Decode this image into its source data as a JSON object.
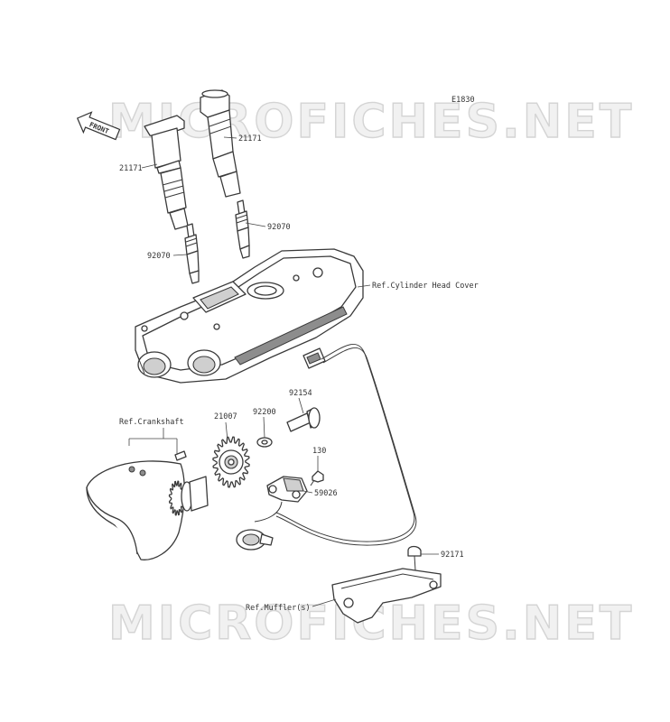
{
  "diagram": {
    "code": "E1830",
    "front_label": "FRONT",
    "watermark_top": "MICROFICHES.NET",
    "watermark_bottom": "MICROFICHES.NET",
    "labels": {
      "coil_left": "21171",
      "coil_right": "21171",
      "plug_left": "92070",
      "plug_right": "92070",
      "cylinder_head_cover": "Ref.Cylinder Head Cover",
      "crankshaft": "Ref.Crankshaft",
      "rotor": "21007",
      "washer": "92200",
      "bolt_large": "92154",
      "bolt_small": "130",
      "sensor": "59026",
      "clamp": "92171",
      "muffler": "Ref.Muffler(s)"
    }
  }
}
